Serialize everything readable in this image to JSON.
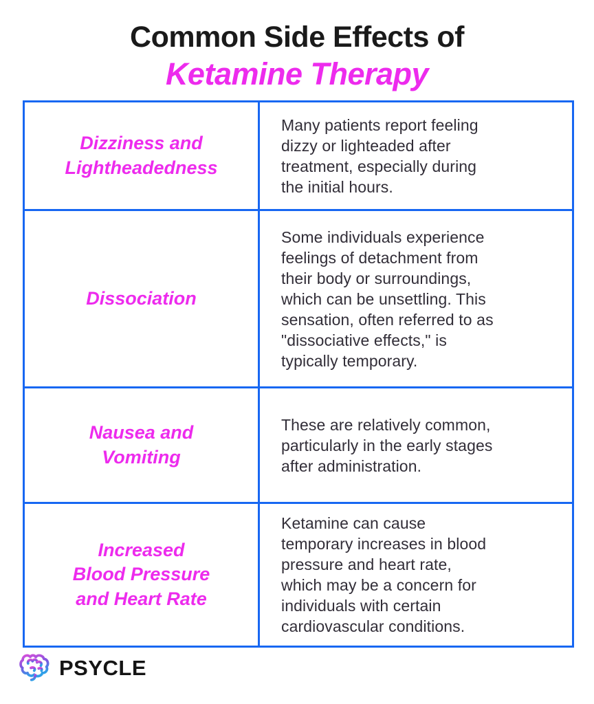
{
  "header": {
    "title_line1": "Common Side Effects of",
    "title_line2": "Ketamine Therapy"
  },
  "colors": {
    "accent_magenta": "#ED2BED",
    "border_blue": "#1767F2",
    "title_black": "#1A1A1A",
    "body_text": "#322E38",
    "brand_black": "#141414"
  },
  "table": {
    "rows": [
      {
        "title": "Dizziness and\nLightheadedness",
        "description": "Many patients report feeling\ndizzy or lighteaded after\ntreatment, especially during\nthe initial hours."
      },
      {
        "title": "Dissociation",
        "description": "Some individuals experience\nfeelings of detachment from\ntheir body or surroundings,\nwhich can be unsettling. This\nsensation, often referred to as\n\"dissociative effects,\" is\ntypically temporary."
      },
      {
        "title": "Nausea and\nVomiting",
        "description": "These are relatively common,\nparticularly in the early stages\nafter administration."
      },
      {
        "title": "Increased\nBlood Pressure\nand Heart Rate",
        "description": "Ketamine can cause\ntemporary increases in blood\npressure and heart rate,\nwhich may be a concern for\nindividuals with certain\ncardiovascular conditions."
      }
    ]
  },
  "footer": {
    "brand": "PSYCLE",
    "logo_icon": "brain-icon",
    "logo_gradient_top": "#DA4FDA",
    "logo_gradient_mid": "#8055E0",
    "logo_gradient_bottom": "#2FA0E8"
  }
}
